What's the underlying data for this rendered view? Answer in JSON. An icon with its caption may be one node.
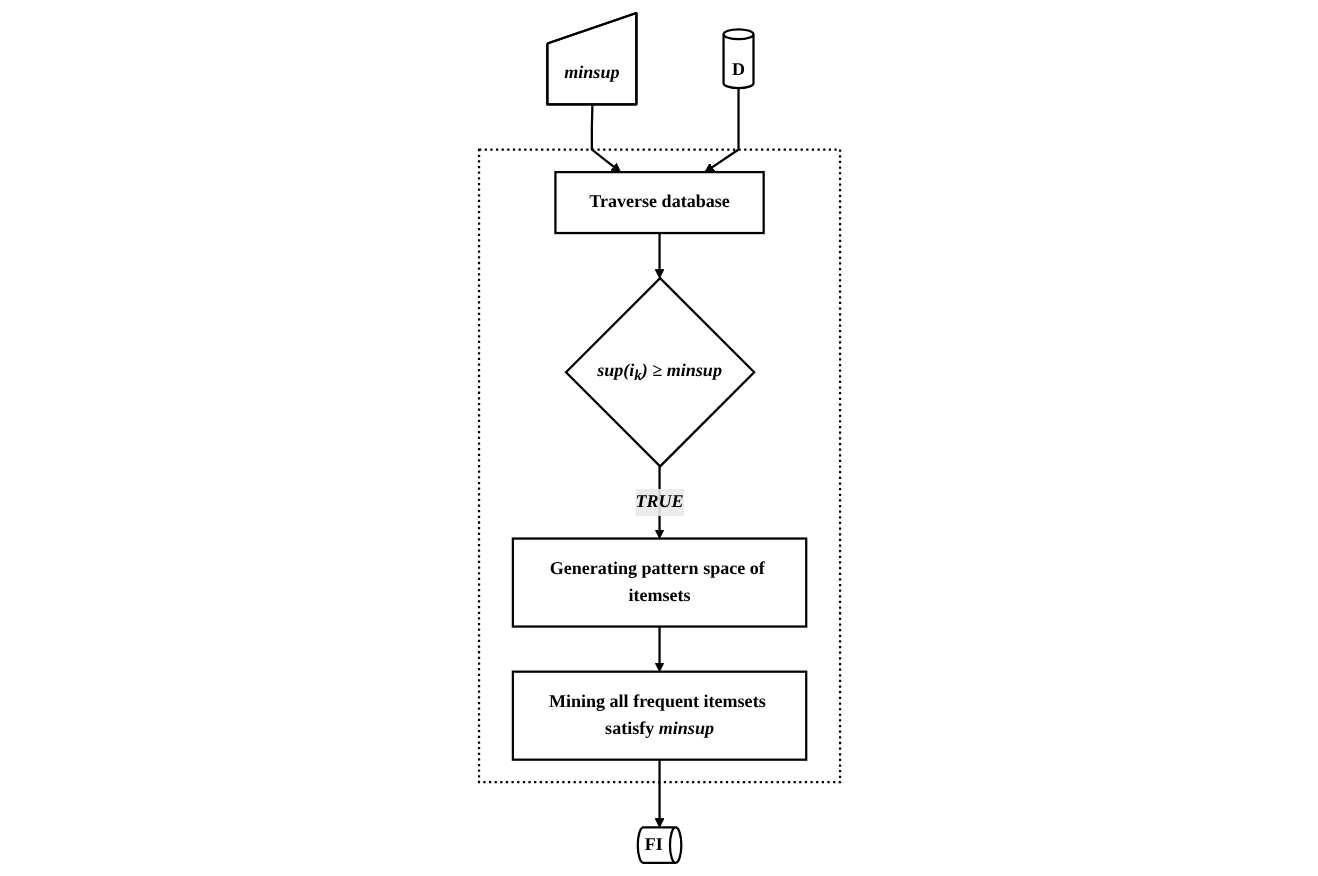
{
  "diagram": {
    "nodes": [
      {
        "text": [
          "minsup"
        ]
      },
      {
        "text": [
          "D"
        ]
      },
      {
        "text": [],
        "shape": "box"
      },
      {
        "text": [
          "Traverse database"
        ],
        "in": 2
      },
      {
        "text": [
          "sup(i$_{k}$) ≥ minsup"
        ],
        "in": 2
      },
      {
        "text": [
          "Generating pattern space of itemsets"
        ],
        "in": 2
      },
      {
        "text": [
          "Mining all frequent itemsets satisfy *minsup*"
        ],
        "in": 2
      },
      {
        "text": [
          "FI"
        ]
      }
    ],
    "edges": [
      {
        "from": 0,
        "to": 3,
        "arrow": "to"
      },
      {
        "from": 1,
        "to": 3,
        "arrow": "to"
      },
      {
        "from": 3,
        "to": 4,
        "arrow": "to"
      },
      {
        "from": 4,
        "to": 5,
        "arrow": "to",
        "label": "TRUE"
      },
      {
        "from": 5,
        "to": 6,
        "arrow": "to"
      },
      {
        "from": 6,
        "to": 7,
        "arrow": "to"
      }
    ]
  }
}
